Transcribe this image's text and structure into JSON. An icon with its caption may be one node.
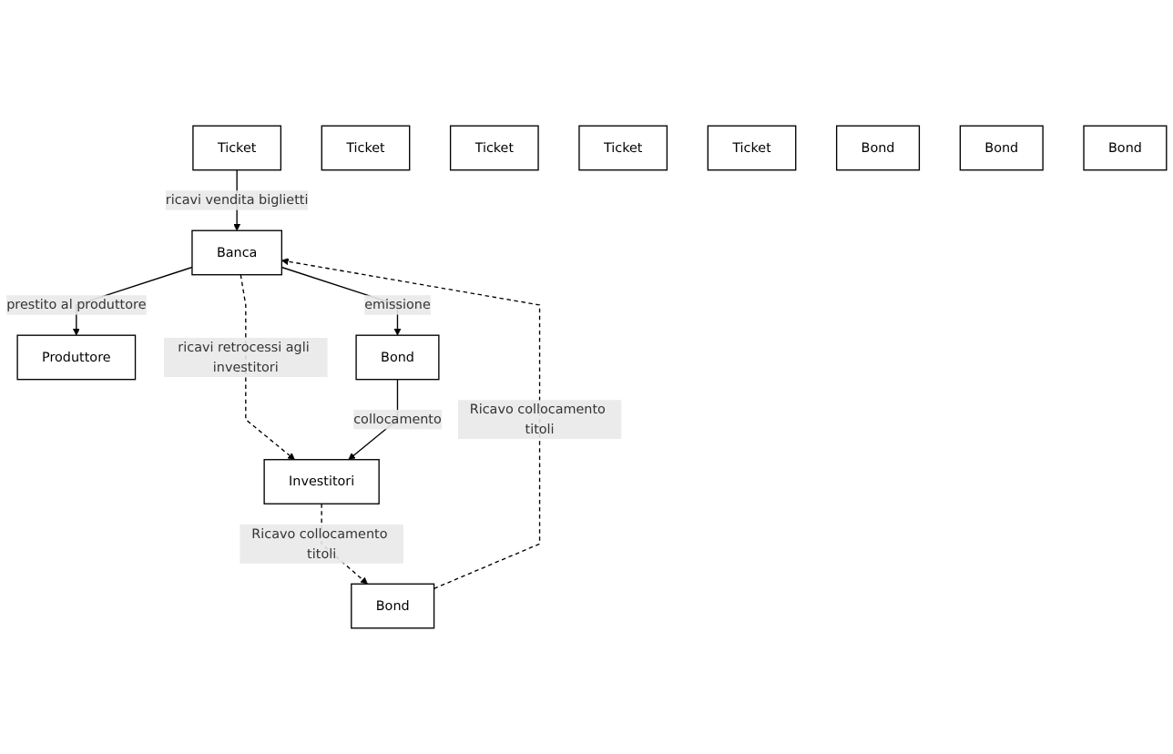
{
  "diagram": {
    "nodes": [
      {
        "text": [
          "Ticket"
        ]
      },
      {
        "text": [
          "Ticket"
        ]
      },
      {
        "text": [
          "Ticket"
        ]
      },
      {
        "text": [
          "Ticket"
        ]
      },
      {
        "text": [
          "Ticket"
        ]
      },
      {
        "text": [
          "Produttore"
        ]
      },
      {
        "text": [
          "Banca"
        ]
      },
      {
        "text": [
          "Investitori"
        ]
      },
      {
        "text": [
          "Bond"
        ]
      },
      {
        "text": [
          "Bond"
        ]
      },
      {
        "text": [
          "Bond"
        ]
      },
      {
        "text": [
          "Bond"
        ]
      },
      {
        "text": [
          "Bond"
        ]
      }
    ],
    "edges": [
      {
        "from": 0,
        "to": 6,
        "arrow": "to",
        "label": "ricavi vendita biglietti"
      },
      {
        "from": 6,
        "to": 5,
        "arrow": "to",
        "label": "prestito al produttore"
      },
      {
        "from": 6,
        "to": 7,
        "arrow": "to",
        "label": "ricavi retrocessi agli investitori",
        "style": "dashed"
      },
      {
        "from": 6,
        "to": 8,
        "arrow": "to",
        "label": "emissione"
      },
      {
        "from": 8,
        "to": 7,
        "arrow": "to",
        "label": "collocamento"
      },
      {
        "from": 12,
        "to": 6,
        "arrow": "to",
        "label": "Ricavo collocamento titoli",
        "style": "dashed"
      },
      {
        "from": 7,
        "to": 12,
        "arrow": "to",
        "label": "Ricavo collocamento titoli",
        "style": "dashed"
      }
    ]
  }
}
